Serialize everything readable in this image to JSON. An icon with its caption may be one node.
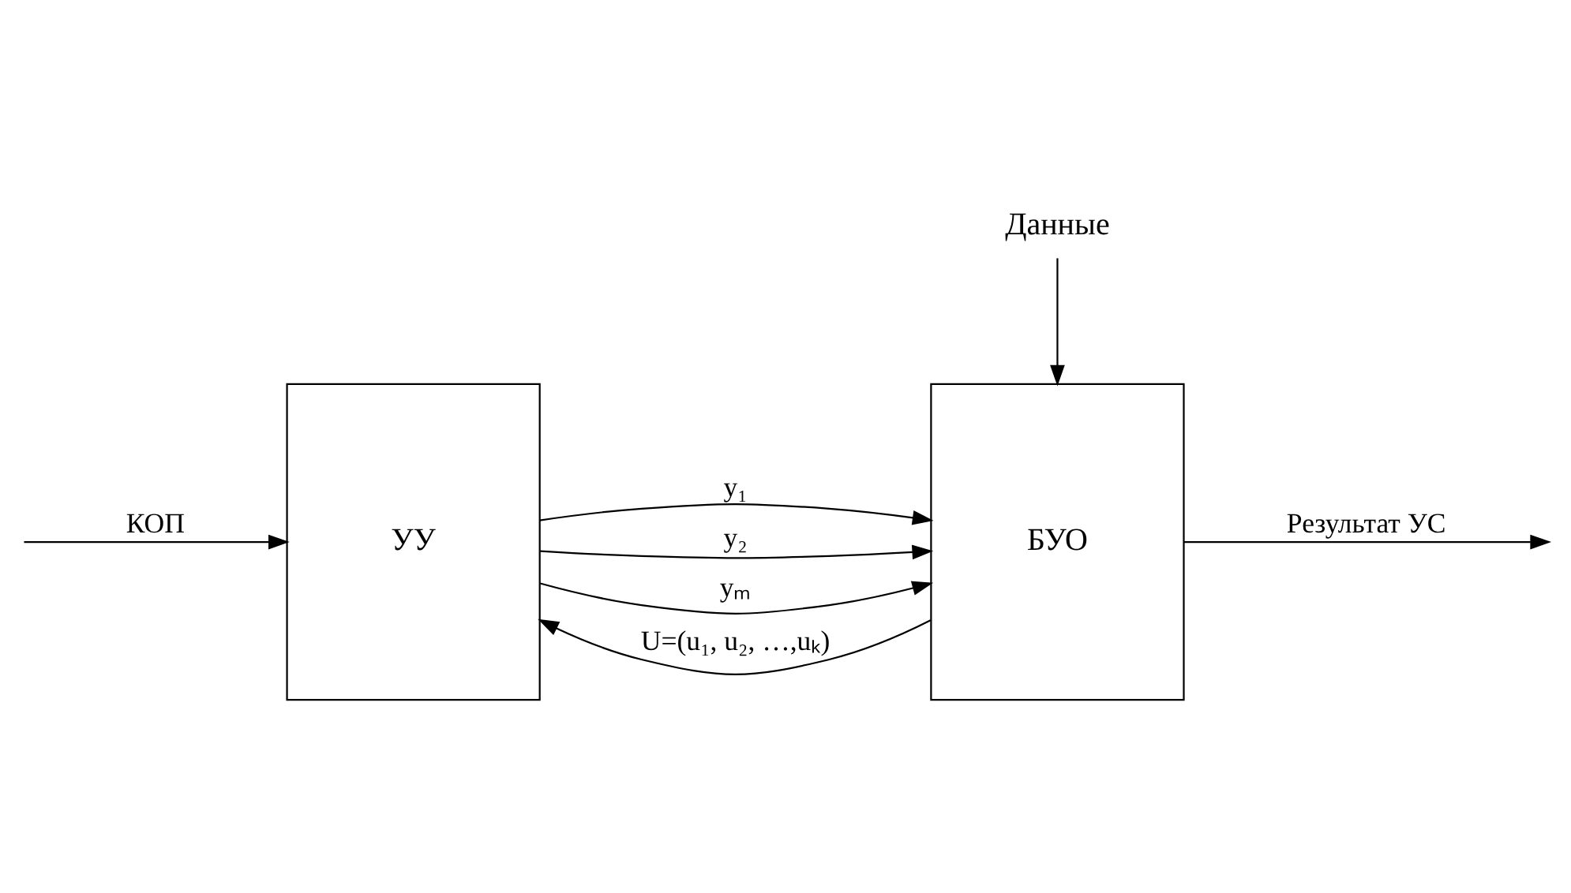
{
  "diagram": {
    "nodes": [
      {
        "text": [
          "УУ"
        ]
      },
      {
        "text": [
          "БУО"
        ]
      },
      {
        "text": [
          "Данные"
        ]
      }
    ],
    "edges": [
      {
        "from": null,
        "to": 0,
        "arrow": "to",
        "label": "КОП"
      },
      {
        "from": 0,
        "to": 1,
        "arrow": "to",
        "label": "y₁"
      },
      {
        "from": 0,
        "to": 1,
        "arrow": "to",
        "label": "y₂"
      },
      {
        "from": 0,
        "to": 1,
        "arrow": "to",
        "label": "yₘ"
      },
      {
        "from": 1,
        "to": 0,
        "arrow": "to",
        "label": "U=(u₁, u₂, …,uₖ)"
      },
      {
        "from": 1,
        "to": null,
        "arrow": "to",
        "label": "Результат УС"
      },
      {
        "from": 2,
        "to": 1,
        "arrow": "to"
      }
    ]
  }
}
